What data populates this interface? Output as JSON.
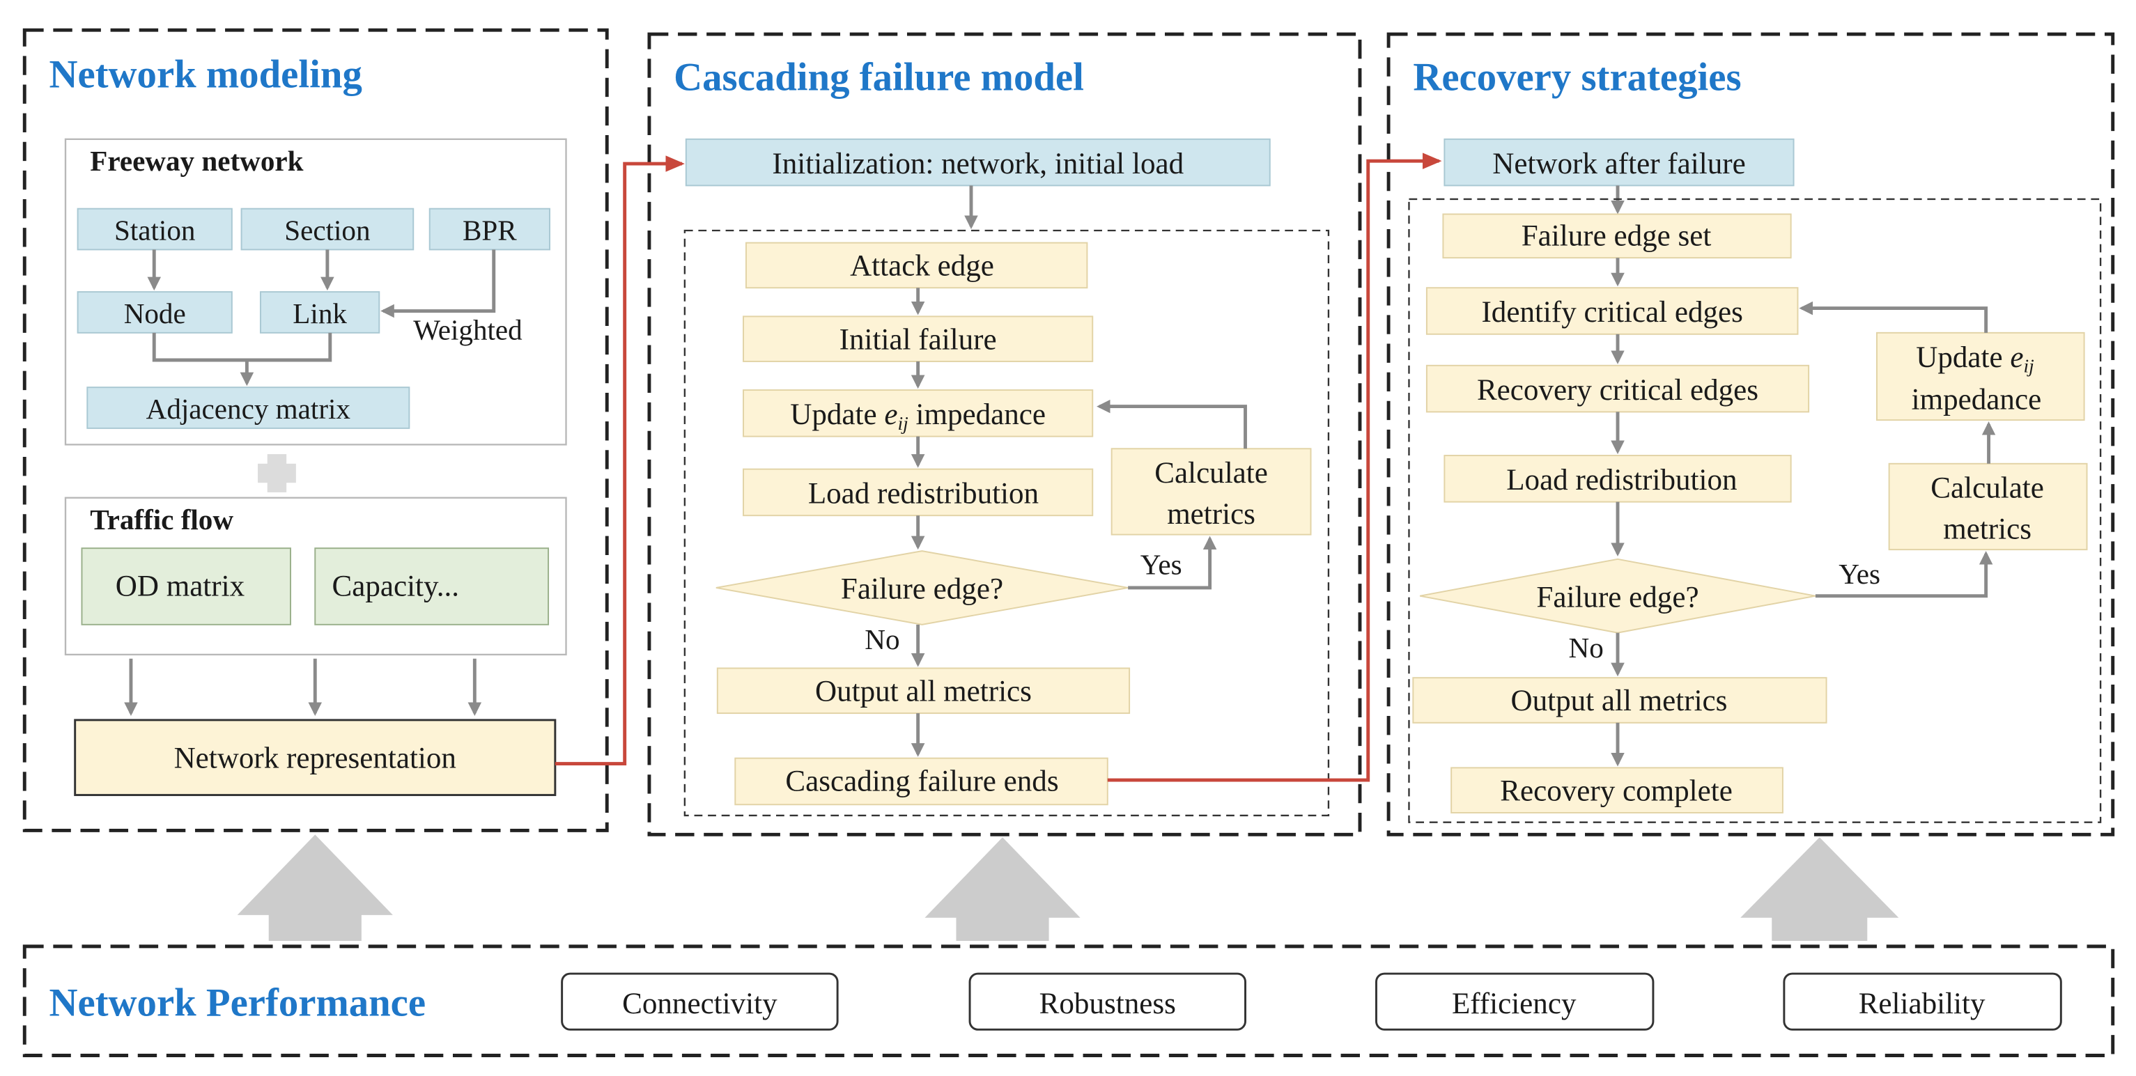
{
  "colors": {
    "title_blue": "#1f77c8",
    "box_blue": "#cfe6ee",
    "box_yellow": "#fdf3d6",
    "box_green": "#e3eedb",
    "red_arrow": "#c8473b",
    "gray_arrow": "#8a8a8a",
    "big_arrow": "#cccccc"
  },
  "network_modeling": {
    "title": "Network modeling",
    "freeway": {
      "label": "Freeway network",
      "station": "Station",
      "section": "Section",
      "bpr": "BPR",
      "node": "Node",
      "link": "Link",
      "weighted": "Weighted",
      "adjacency": "Adjacency matrix"
    },
    "plus_icon": "plus-icon",
    "traffic": {
      "label": "Traffic flow",
      "od": "OD matrix",
      "capacity": "Capacity..."
    },
    "representation": "Network representation"
  },
  "cascading": {
    "title": "Cascading failure model",
    "init": "Initialization:  network, initial load",
    "attack": "Attack edge",
    "initial_failure": "Initial failure",
    "update_pre": "Update ",
    "update_e": "e",
    "update_sub": "ij",
    "update_post": " impedance",
    "load": "Load redistribution",
    "calc_1": "Calculate",
    "calc_2": "metrics",
    "yes": "Yes",
    "failure_q": "Failure edge?",
    "no": "No",
    "output": "Output all metrics",
    "ends": "Cascading failure ends"
  },
  "recovery": {
    "title": "Recovery strategies",
    "after": "Network after failure",
    "failure_set": "Failure edge set",
    "identify": "Identify critical edges",
    "recovery_edges": "Recovery critical edges",
    "load": "Load redistribution",
    "update_pre": "Update ",
    "update_e": "e",
    "update_sub": "ij",
    "update_2": "impedance",
    "calc_1": "Calculate",
    "calc_2": "metrics",
    "yes": "Yes",
    "failure_q": "Failure edge?",
    "no": "No",
    "output": "Output all metrics",
    "complete": "Recovery complete"
  },
  "performance": {
    "title": "Network Performance",
    "items": [
      "Connectivity",
      "Robustness",
      "Efficiency",
      "Reliability"
    ]
  }
}
